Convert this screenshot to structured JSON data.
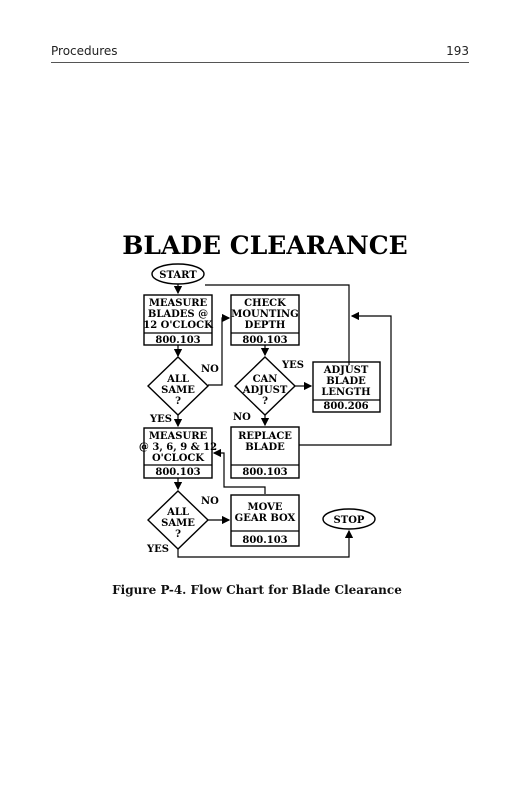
{
  "header": {
    "title": "Procedures",
    "page_number": "193"
  },
  "figure": {
    "title": "BLADE CLEARANCE",
    "start": "START",
    "stop": "STOP",
    "boxes": {
      "measure_blades": {
        "lines": [
          "MEASURE",
          "BLADES @",
          "12 O'CLOCK"
        ],
        "code": "800.103"
      },
      "check_depth": {
        "lines": [
          "CHECK",
          "MOUNTING",
          "DEPTH"
        ],
        "code": "800.103"
      },
      "measure_positions": {
        "lines": [
          "MEASURE",
          "@ 3, 6, 9 & 12",
          "O'CLOCK"
        ],
        "code": "800.103"
      },
      "replace_blade": {
        "lines": [
          "REPLACE",
          "BLADE"
        ],
        "code": "800.103"
      },
      "adjust_length": {
        "lines": [
          "ADJUST",
          "BLADE",
          "LENGTH"
        ],
        "code": "800.206"
      },
      "move_gearbox": {
        "lines": [
          "MOVE",
          "GEAR BOX"
        ],
        "code": "800.103"
      }
    },
    "decisions": {
      "all_same_1": [
        "ALL",
        "SAME",
        "?"
      ],
      "can_adjust": [
        "CAN",
        "ADJUST",
        "?"
      ],
      "all_same_2": [
        "ALL",
        "SAME",
        "?"
      ]
    },
    "labels": {
      "yes": "YES",
      "no": "NO"
    }
  },
  "caption": "Figure P-4. Flow Chart for Blade Clearance"
}
